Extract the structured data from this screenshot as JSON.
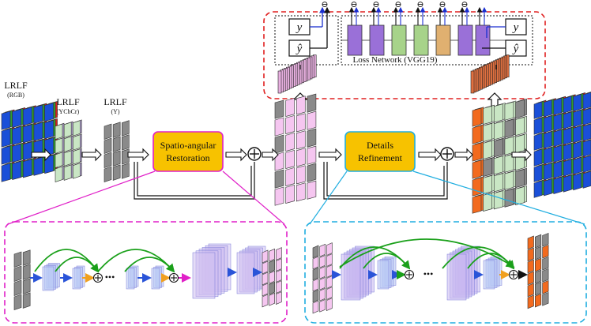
{
  "inputs": {
    "rgb_title": "LRLF",
    "rgb_sub": "(RGB)",
    "ycbcr_title": "LRLF",
    "ycbcr_sub": "(YCbCr)",
    "y_title": "LRLF",
    "y_sub": "(Y)"
  },
  "stages": {
    "spatio_line1": "Spatio-angular",
    "spatio_line2": "Restoration",
    "details_line1": "Details",
    "details_line2": "Refinement",
    "sum_symbol": "⊕"
  },
  "loss": {
    "network_label": "Loss Network (VGG19)",
    "y_symbol": "y",
    "yhat_symbol": "ŷ",
    "minus_symbol": "⊖"
  },
  "detail": {
    "dots": "•••",
    "sum_symbol": "⊕"
  },
  "colors": {
    "stage_fill": "#f7c200",
    "spatio_border": "#e020c8",
    "details_border": "#20aee0",
    "loss_border": "#e02020",
    "grid_pink": "#f5c6f0",
    "grid_green": "#c9e6c4",
    "grid_orange": "#f26a1e",
    "grid_blue": "#1a4fd8",
    "vgg_purple": "#9a70d8",
    "vgg_green": "#a7d38a",
    "vgg_tan": "#e0b070"
  }
}
